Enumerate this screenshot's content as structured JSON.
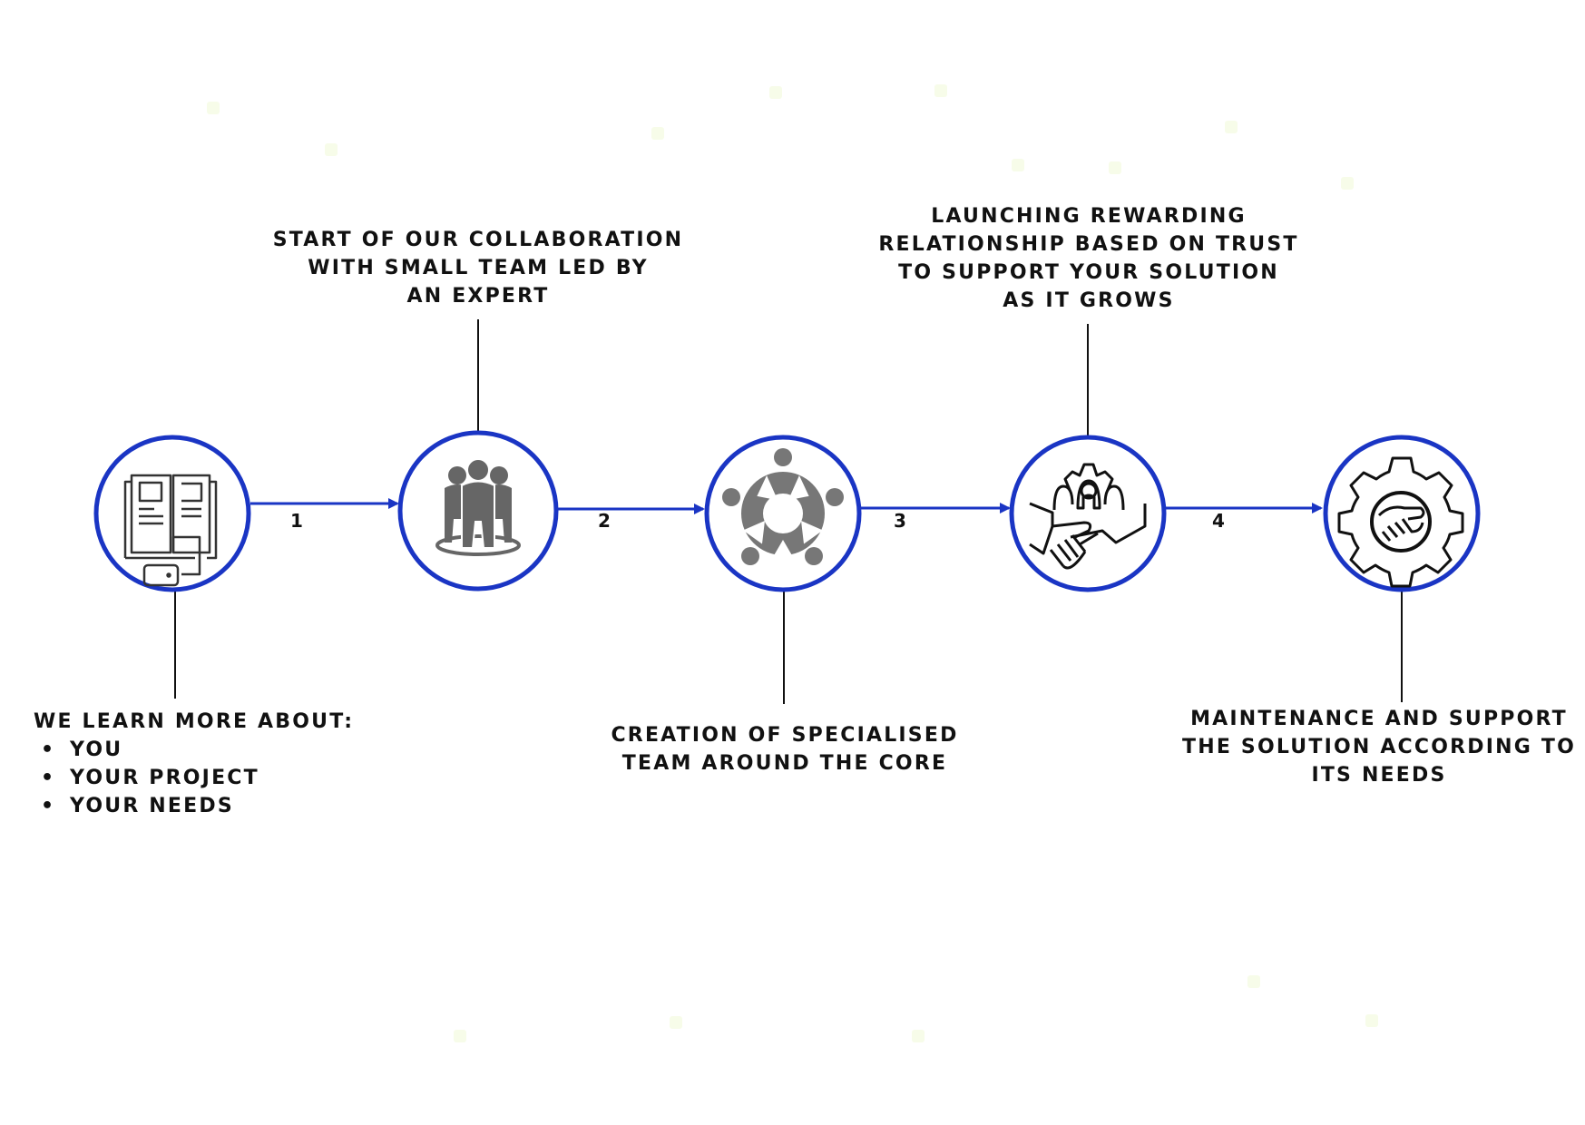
{
  "diagram": {
    "type": "process-timeline",
    "accent_color": "#1a35c4",
    "connector_color": "#111111",
    "icon_colors": {
      "gray": "#666666",
      "outline": "#222222"
    },
    "steps": [
      {
        "index": 1,
        "icon": "documents-devices-icon",
        "label_position": "below",
        "title": "WE LEARN MORE ABOUT:",
        "bullets": [
          "YOU",
          "YOUR PROJECT",
          "YOUR NEEDS"
        ]
      },
      {
        "index": 2,
        "icon": "team-group-icon",
        "label_position": "above",
        "lines": [
          "START OF OUR COLLABORATION",
          "WITH SMALL TEAM LED BY",
          "AN EXPERT"
        ]
      },
      {
        "index": 3,
        "icon": "team-circle-icon",
        "label_position": "below",
        "lines": [
          "CREATION OF SPECIALISED",
          "TEAM AROUND THE CORE"
        ]
      },
      {
        "index": 4,
        "icon": "handshake-gear-team-icon",
        "label_position": "above",
        "lines": [
          "LAUNCHING REWARDING",
          "RELATIONSHIP BASED ON TRUST",
          "TO SUPPORT YOUR SOLUTION",
          "AS IT GROWS"
        ]
      },
      {
        "index": 5,
        "icon": "gear-handshake-icon",
        "label_position": "below",
        "lines": [
          "MAINTENANCE AND SUPPORT",
          "THE SOLUTION ACCORDING TO",
          "ITS NEEDS"
        ]
      }
    ],
    "arrows": [
      {
        "from": 1,
        "to": 2,
        "label": "1"
      },
      {
        "from": 2,
        "to": 3,
        "label": "2"
      },
      {
        "from": 3,
        "to": 4,
        "label": "3"
      },
      {
        "from": 4,
        "to": 5,
        "label": "4"
      }
    ]
  }
}
